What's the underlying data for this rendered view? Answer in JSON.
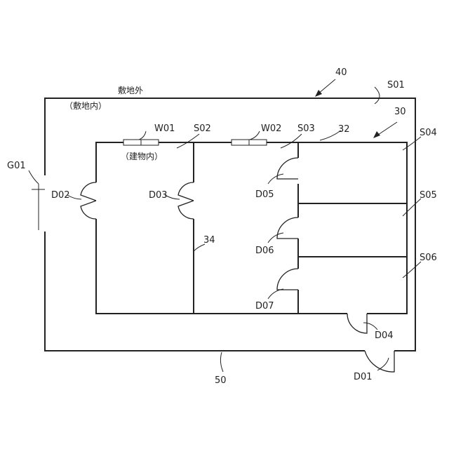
{
  "labels": {
    "site_outside": "敷地外",
    "site_inside": "（敷地内）",
    "building_inside": "（建物内）",
    "ref_40": "40",
    "ref_30": "30",
    "ref_32": "32",
    "ref_34": "34",
    "ref_50": "50",
    "S01": "S01",
    "S02": "S02",
    "S03": "S03",
    "S04": "S04",
    "S05": "S05",
    "S06": "S06",
    "W01": "W01",
    "W02": "W02",
    "G01": "G01",
    "D01": "D01",
    "D02": "D02",
    "D03": "D03",
    "D04": "D04",
    "D05": "D05",
    "D06": "D06",
    "D07": "D07"
  }
}
